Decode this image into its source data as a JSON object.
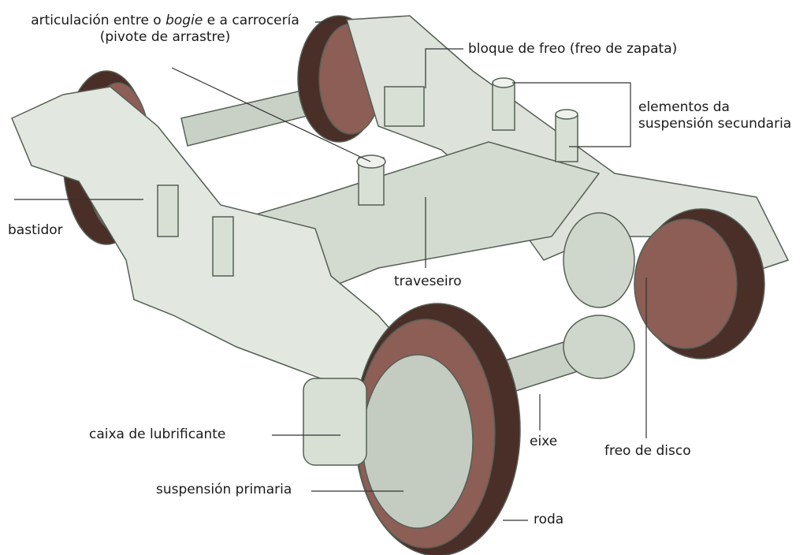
{
  "labels": {
    "articulation_pre": "articulación entre o ",
    "articulation_italic": "bogie",
    "articulation_post": " e a carrocería",
    "articulation_sub": "(pivote de arrastre)",
    "brake_block": "bloque de freo (freo de zapata)",
    "secondary_1": "elementos da",
    "secondary_2": "suspensión secundaria",
    "frame": "bastidor",
    "bolster": "traveseiro",
    "axlebox": "caixa de lubrificante",
    "axle": "eixe",
    "disc_brake": "freo de disco",
    "primary": "suspensión primaria",
    "wheel": "roda"
  },
  "colors": {
    "body": "#dde3da",
    "body_shade": "#b7c1b5",
    "wheel_rim": "#4a2e28",
    "wheel_face": "#8c5e55",
    "line": "#333333"
  }
}
